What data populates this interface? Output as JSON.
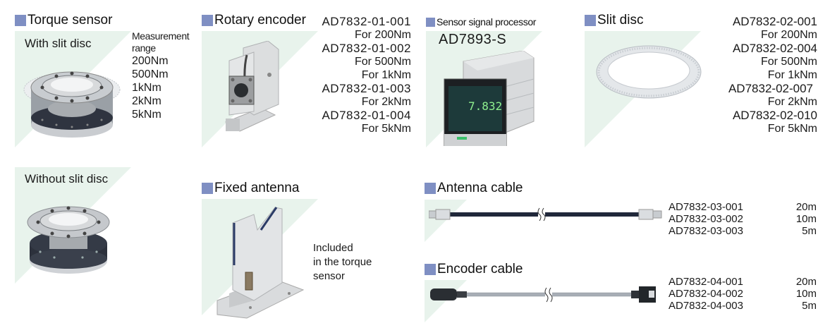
{
  "colors": {
    "header_square": "#7f8fc3",
    "panel_triangle": "#e8f3ec",
    "text": "#1a1a1a"
  },
  "torque_sensor": {
    "title": "Torque sensor",
    "with_slit_disc_label": "With slit disc",
    "without_slit_disc_label": "Without slit disc",
    "range_label_line1": "Measurement",
    "range_label_line2": "range",
    "ranges": [
      "200Nm",
      "500Nm",
      "1kNm",
      "2kNm",
      "5kNm"
    ],
    "image_with_disc_icon": "torque-sensor-with-disc-image",
    "image_without_disc_icon": "torque-sensor-without-disc-image"
  },
  "rotary_encoder": {
    "title": "Rotary encoder",
    "lines": [
      {
        "code": "AD7832-01-001",
        "notes": [
          "For 200Nm"
        ]
      },
      {
        "code": "AD7832-01-002",
        "notes": [
          "For 500Nm",
          "For 1kNm"
        ]
      },
      {
        "code": "AD7832-01-003",
        "notes": [
          "For 2kNm"
        ]
      },
      {
        "code": "AD7832-01-004",
        "notes": [
          "For 5kNm"
        ]
      }
    ],
    "image_icon": "rotary-encoder-image"
  },
  "sensor_signal_processor": {
    "title": "Sensor signal processor",
    "model": "AD7893-S",
    "display_value": "7.832",
    "image_icon": "signal-processor-image"
  },
  "slit_disc": {
    "title": "Slit disc",
    "lines": [
      {
        "code": "AD7832-02-001",
        "notes": [
          "For 200Nm"
        ]
      },
      {
        "code": "AD7832-02-004",
        "notes": [
          "For 500Nm",
          "For 1kNm"
        ]
      },
      {
        "code": "AD7832-02-007",
        "notes": [
          "For 2kNm"
        ]
      },
      {
        "code": "AD7832-02-010",
        "notes": [
          "For 5kNm"
        ]
      }
    ],
    "image_icon": "slit-disc-image"
  },
  "fixed_antenna": {
    "title": "Fixed antenna",
    "note_lines": [
      "Included",
      "in the torque",
      "sensor"
    ],
    "image_icon": "fixed-antenna-image"
  },
  "antenna_cable": {
    "title": "Antenna cable",
    "parts": [
      {
        "code": "AD7832-03-001",
        "length": "20m"
      },
      {
        "code": "AD7832-03-002",
        "length": "10m"
      },
      {
        "code": "AD7832-03-003",
        "length": "5m"
      }
    ],
    "image_icon": "antenna-cable-image"
  },
  "encoder_cable": {
    "title": "Encoder cable",
    "parts": [
      {
        "code": "AD7832-04-001",
        "length": "20m"
      },
      {
        "code": "AD7832-04-002",
        "length": "10m"
      },
      {
        "code": "AD7832-04-003",
        "length": "5m"
      }
    ],
    "image_icon": "encoder-cable-image"
  }
}
